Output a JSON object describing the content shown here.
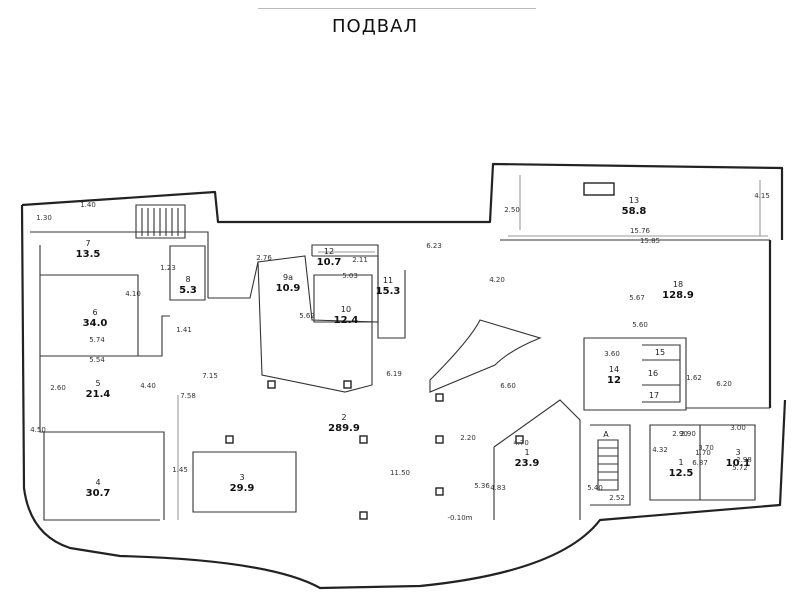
{
  "title": "ПОДВАЛ",
  "rooms": [
    {
      "id": "1",
      "area": "23.9"
    },
    {
      "id": "2",
      "area": "289.9"
    },
    {
      "id": "3",
      "area": "29.9"
    },
    {
      "id": "4",
      "area": "30.7"
    },
    {
      "id": "5",
      "area": "21.4"
    },
    {
      "id": "6",
      "area": "34.0"
    },
    {
      "id": "7",
      "area": "13.5"
    },
    {
      "id": "8",
      "area": "5.3"
    },
    {
      "id": "9а",
      "area": "10.9"
    },
    {
      "id": "10",
      "area": "12.4"
    },
    {
      "id": "11",
      "area": "15.3"
    },
    {
      "id": "12",
      "area": "10.7"
    },
    {
      "id": "13",
      "area": "58.8"
    },
    {
      "id": "14",
      "area": "12"
    },
    {
      "id": "15",
      "area": ""
    },
    {
      "id": "16",
      "area": ""
    },
    {
      "id": "17",
      "area": ""
    },
    {
      "id": "18",
      "area": "128.9"
    },
    {
      "id": "1",
      "area": "12.5"
    },
    {
      "id": "3",
      "area": "10.1"
    }
  ],
  "dimensions": [
    "1.30",
    "1.40",
    "1.23",
    "4.10",
    "5.74",
    "5.54",
    "1.41",
    "2.76",
    "2.11",
    "6.23",
    "5.03",
    "5.62",
    "6.19",
    "7.15",
    "7.58",
    "4.20",
    "2.50",
    "6.60",
    "15.76",
    "15.85",
    "4.15",
    "5.67",
    "4.83",
    "5.36",
    "4.70",
    "1.70",
    "2.52",
    "2.90",
    "3.00",
    "5.40",
    "4.32",
    "2.98",
    "1.62",
    "3.60",
    "2.60",
    "4.40",
    "6.20",
    "5.60",
    "2.20",
    "11.50",
    "1.45",
    "6.87",
    "5.72",
    "2.90",
    "3.70",
    "-0.10m",
    "4.50"
  ],
  "markers": {
    "stair": "A"
  }
}
